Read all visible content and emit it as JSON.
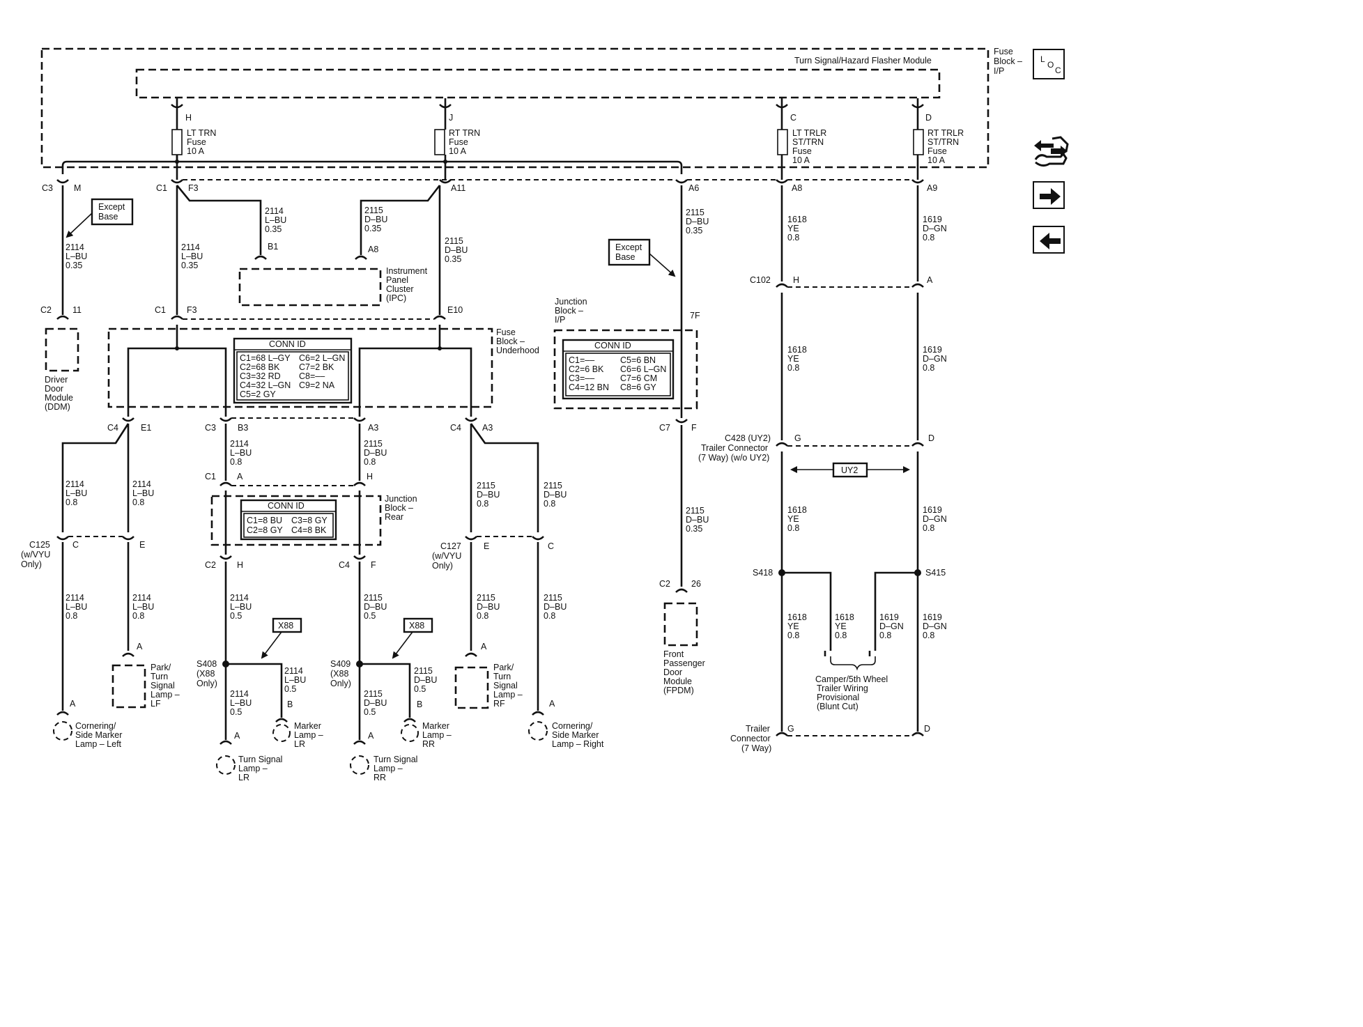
{
  "modules": {
    "flasher": "Turn Signal/Hazard Flasher Module",
    "fuse_block_ip": [
      "Fuse",
      "Block –",
      "I/P"
    ],
    "ipc": [
      "Instrument",
      "Panel",
      "Cluster",
      "(IPC)"
    ],
    "fuse_block_underhood": [
      "Fuse",
      "Block –",
      "Underhood"
    ],
    "junction_block_ip": [
      "Junction",
      "Block –",
      "I/P"
    ],
    "junction_block_rear": [
      "Junction",
      "Block –",
      "Rear"
    ],
    "ddm": [
      "Driver",
      "Door",
      "Module",
      "(DDM)"
    ],
    "fpdm": [
      "Front",
      "Passenger",
      "Door",
      "Module",
      "(FPDM)"
    ],
    "trailer_connector_7way": [
      "Trailer",
      "Connector",
      "(7 Way)"
    ],
    "c428": [
      "C428 (UY2)",
      "Trailer Connector",
      "(7 Way) (w/o UY2)"
    ],
    "camper": [
      "Camper/5th Wheel",
      "Trailer Wiring",
      "Provisional",
      "(Blunt Cut)"
    ]
  },
  "fuses": {
    "lt_trn": [
      "LT TRN",
      "Fuse",
      "10 A"
    ],
    "rt_trn": [
      "RT TRN",
      "Fuse",
      "10 A"
    ],
    "lt_trlr": [
      "LT TRLR",
      "ST/TRN",
      "Fuse",
      "10 A"
    ],
    "rt_trlr": [
      "RT TRLR",
      "ST/TRN",
      "Fuse",
      "10 A"
    ]
  },
  "conn_underhood": {
    "title": "CONN ID",
    "rows": [
      [
        "C1=68 L–GY",
        "C6=2 L–GN"
      ],
      [
        "C2=68 BK",
        "C7=2 BK"
      ],
      [
        "C3=32 RD",
        "C8=––"
      ],
      [
        "C4=32 L–GN",
        "C9=2 NA"
      ],
      [
        "C5=2 GY",
        ""
      ]
    ]
  },
  "conn_ip": {
    "title": "CONN ID",
    "rows": [
      [
        "C1=––",
        "C5=6 BN"
      ],
      [
        "C2=6 BK",
        "C6=6 L–GN"
      ],
      [
        "C3=––",
        "C7=6 CM"
      ],
      [
        "C4=12 BN",
        "C8=6 GY"
      ]
    ]
  },
  "conn_rear": {
    "title": "CONN ID",
    "rows": [
      [
        "C1=8 BU",
        "C3=8 GY"
      ],
      [
        "C2=8 GY",
        "C4=8 BK"
      ]
    ]
  },
  "notes": {
    "except_base": [
      "Except",
      "Base"
    ],
    "x88": "X88",
    "uy2": "UY2",
    "c125": [
      "C125",
      "(w/VYU",
      "Only)"
    ],
    "c127": [
      "C127",
      "(w/VYU",
      "Only)"
    ],
    "s408": [
      "S408",
      "(X88",
      "Only)"
    ],
    "s409": [
      "S409",
      "(X88",
      "Only)"
    ],
    "s418": "S418",
    "s415": "S415"
  },
  "loads": {
    "cornering_left": [
      "Cornering/",
      "Side Marker",
      "Lamp – Left"
    ],
    "park_lf": [
      "Park/",
      "Turn",
      "Signal",
      "Lamp –",
      "LF"
    ],
    "turn_lr": [
      "Turn Signal",
      "Lamp –",
      "LR"
    ],
    "marker_lr": [
      "Marker",
      "Lamp –",
      "LR"
    ],
    "turn_rr": [
      "Turn Signal",
      "Lamp –",
      "RR"
    ],
    "marker_rr": [
      "Marker",
      "Lamp –",
      "RR"
    ],
    "park_rf": [
      "Park/",
      "Turn",
      "Signal",
      "Lamp –",
      "RF"
    ],
    "cornering_right": [
      "Cornering/",
      "Side Marker",
      "Lamp – Right"
    ]
  },
  "wires": {
    "w2114_035": [
      "2114",
      "L–BU",
      "0.35"
    ],
    "w2115_035": [
      "2115",
      "D–BU",
      "0.35"
    ],
    "w2114_08": [
      "2114",
      "L–BU",
      "0.8"
    ],
    "w2115_08": [
      "2115",
      "D–BU",
      "0.8"
    ],
    "w2114_05": [
      "2114",
      "L–BU",
      "0.5"
    ],
    "w2115_05": [
      "2115",
      "D–BU",
      "0.5"
    ],
    "w1618": [
      "1618",
      "YE",
      "0.8"
    ],
    "w1619": [
      "1619",
      "D–GN",
      "0.8"
    ]
  },
  "connectors": {
    "C3": "C3",
    "M": "M",
    "C1": "C1",
    "F3": "F3",
    "A11": "A11",
    "A6": "A6",
    "A8": "A8",
    "A9": "A9",
    "H": "H",
    "J": "J",
    "C": "C",
    "D": "D",
    "B1": "B1",
    "A8ipc": "A8",
    "C2": "C2",
    "n11": "11",
    "E10": "E10",
    "n7F": "7F",
    "C102": "C102",
    "A": "A",
    "C4": "C4",
    "E1": "E1",
    "B3": "B3",
    "A3": "A3",
    "C7": "C7",
    "F": "F",
    "G": "G",
    "E": "E",
    "B": "B",
    "n26": "26"
  },
  "loc_letters": [
    "L",
    "O",
    "C"
  ],
  "icons": [
    "tool-icon",
    "arrow-right-icon",
    "arrow-left-icon"
  ]
}
